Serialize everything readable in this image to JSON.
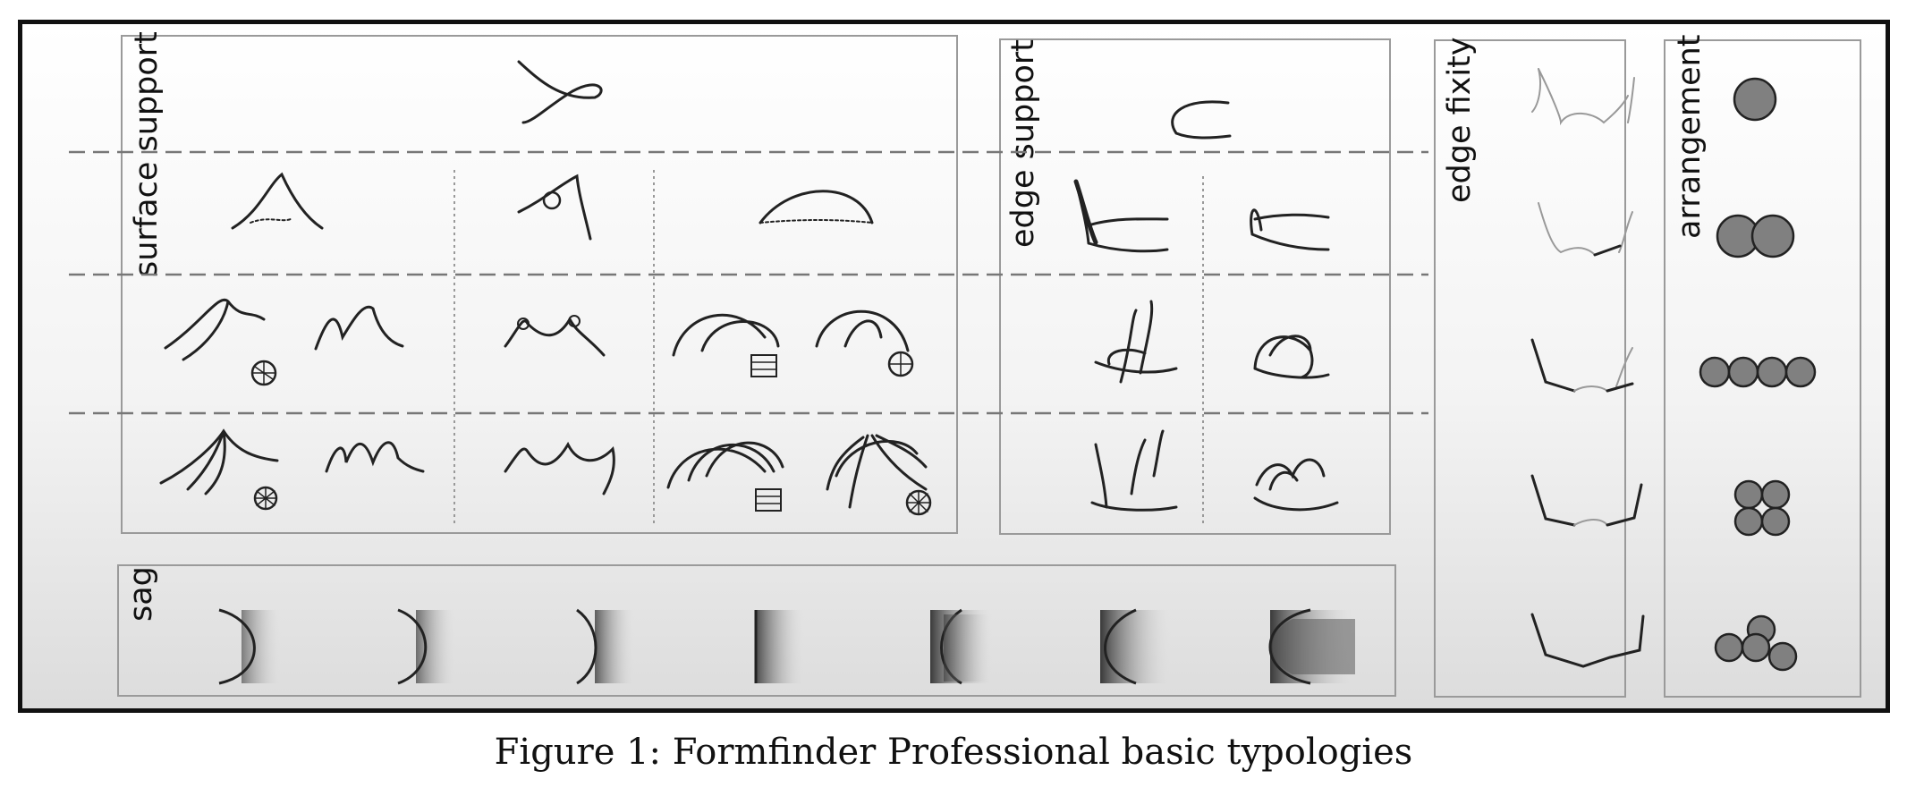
{
  "labels": {
    "surface_support": "surface support",
    "edge_support": "edge support",
    "edge_fixity": "edge fixity",
    "arrangement": "arrangement",
    "sag": "sag"
  },
  "caption": "Figure 1: Formfinder Professional basic typologies"
}
